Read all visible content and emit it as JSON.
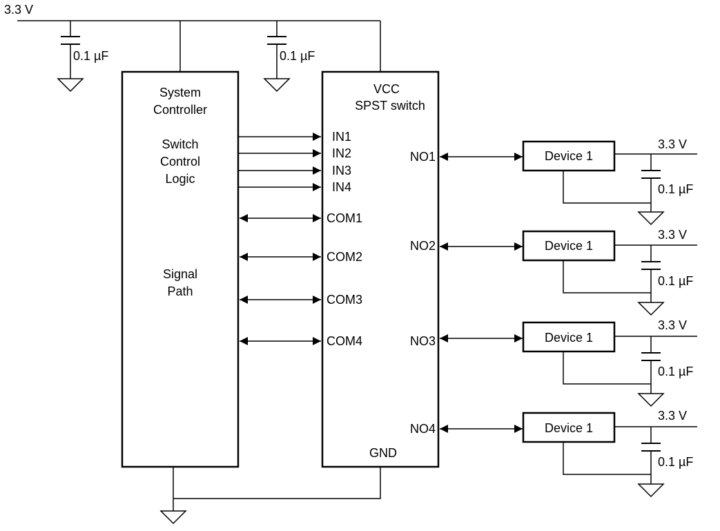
{
  "supply": {
    "top_rail": "3.3 V",
    "cap_left": "0.1 µF",
    "cap_mid": "0.1 µF"
  },
  "controller": {
    "title_line1": "System",
    "title_line2": "Controller",
    "logic_line1": "Switch",
    "logic_line2": "Control",
    "logic_line3": "Logic",
    "signal_line1": "Signal",
    "signal_line2": "Path"
  },
  "switch": {
    "vcc": "VCC",
    "title": "SPST switch",
    "gnd": "GND",
    "inputs": [
      "IN1",
      "IN2",
      "IN3",
      "IN4"
    ],
    "commons": [
      "COM1",
      "COM2",
      "COM3",
      "COM4"
    ],
    "normally_open": [
      "NO1",
      "NO2",
      "NO3",
      "NO4"
    ]
  },
  "devices": [
    {
      "label": "Device 1",
      "rail": "3.3 V",
      "cap": "0.1 µF"
    },
    {
      "label": "Device 1",
      "rail": "3.3 V",
      "cap": "0.1 µF"
    },
    {
      "label": "Device 1",
      "rail": "3.3 V",
      "cap": "0.1 µF"
    },
    {
      "label": "Device 1",
      "rail": "3.3 V",
      "cap": "0.1 µF"
    }
  ]
}
